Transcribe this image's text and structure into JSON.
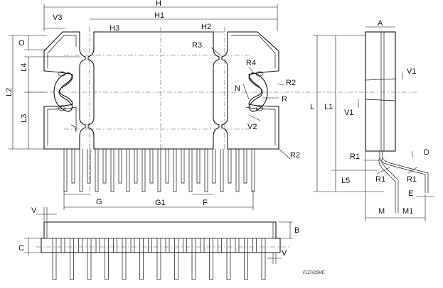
{
  "labels": {
    "H": "H",
    "H1": "H1",
    "H2": "H2",
    "H3": "H3",
    "V3": "V3",
    "O": "O",
    "L2": "L2",
    "L3": "L3",
    "L4": "L4",
    "R3": "R3",
    "R4": "R4",
    "R2_a": "R2",
    "N": "N",
    "R": "R",
    "V2": "V2",
    "R2_b": "R2",
    "A": "A",
    "V1_a": "V1",
    "V1_b": "V1",
    "L": "L",
    "L1": "L1",
    "D": "D",
    "R1_a": "R1",
    "R1_b": "R1",
    "R1_c": "R1",
    "L5": "L5",
    "E": "E",
    "M": "M",
    "M1": "M1",
    "G": "G",
    "G1": "G1",
    "F": "F",
    "V_a": "V",
    "B": "B",
    "C": "C",
    "V_b": "V"
  },
  "caption": "FLEX25ME"
}
